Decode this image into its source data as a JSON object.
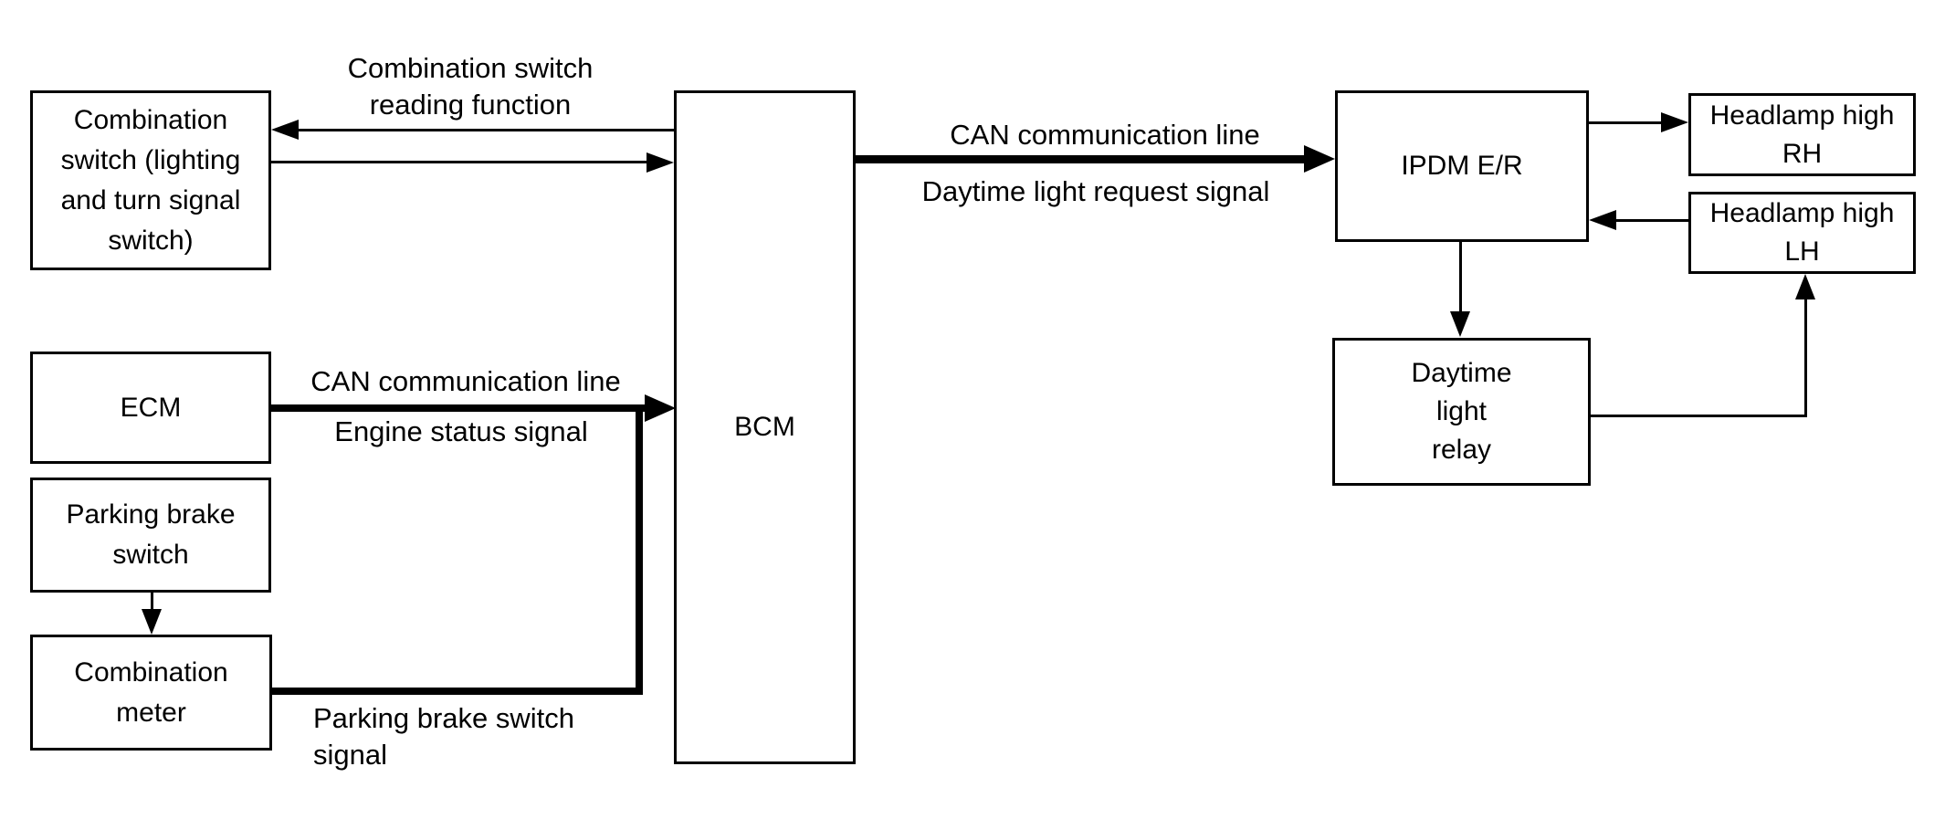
{
  "diagram": {
    "background": "#ffffff",
    "stroke": "#000000",
    "nodes": {
      "combination_switch": "Combination\nswitch (lighting\nand turn signal\nswitch)",
      "ecm": "ECM",
      "parking_brake_switch": "Parking brake\nswitch",
      "combination_meter": "Combination\nmeter",
      "bcm": "BCM",
      "ipdm": "IPDM E/R",
      "headlamp_high_rh": "Headlamp high\nRH",
      "headlamp_high_lh": "Headlamp high\nLH",
      "daytime_light_relay": "Daytime\nlight\nrelay"
    },
    "labels": {
      "combination_switch_reading": "Combination switch\nreading function",
      "bcm_ipdm_line": "CAN communication line",
      "bcm_ipdm_signal": "Daytime light request signal",
      "ecm_bcm_line": "CAN communication line",
      "ecm_bcm_signal": "Engine status signal",
      "meter_bcm_signal": "Parking brake switch\nsignal"
    }
  }
}
